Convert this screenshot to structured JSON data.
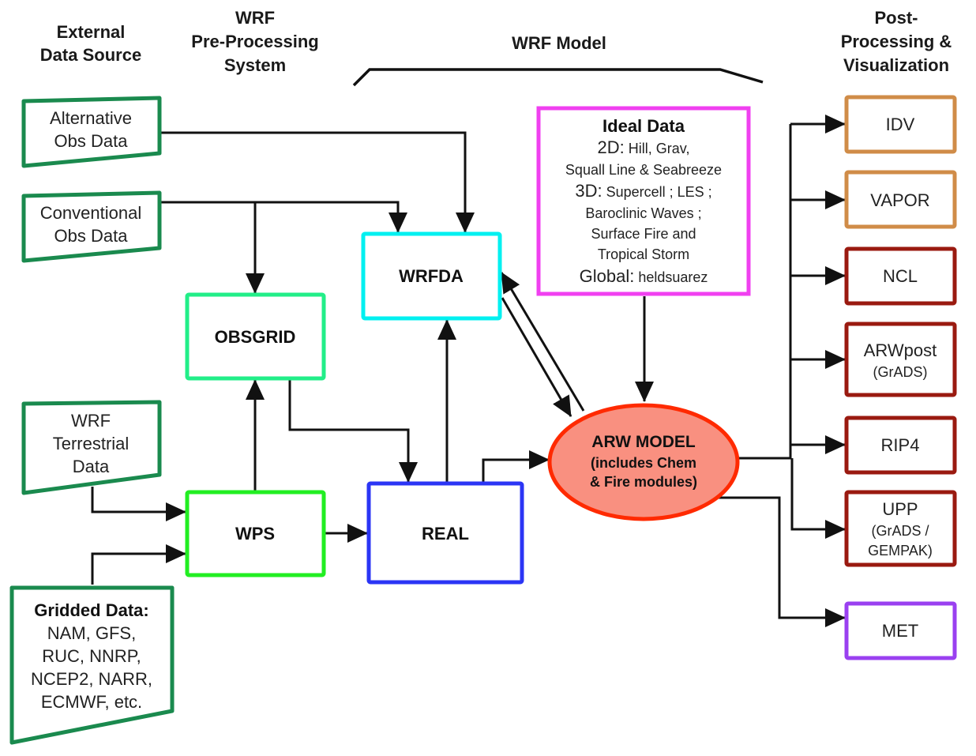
{
  "headers": {
    "external": [
      "External",
      "Data Source"
    ],
    "preprocessing": [
      "WRF",
      "Pre-Processing",
      "System"
    ],
    "model": "WRF Model",
    "post": [
      "Post-",
      "Processing &",
      "Visualization"
    ]
  },
  "sources": {
    "alt_obs": [
      "Alternative",
      "Obs Data"
    ],
    "conv_obs": [
      "Conventional",
      "Obs Data"
    ],
    "terrestrial": [
      "WRF",
      "Terrestrial",
      "Data"
    ],
    "gridded": {
      "title": "Gridded Data:",
      "lines": [
        "NAM, GFS,",
        "RUC, NNRP,",
        "NCEP2, NARR,",
        "ECMWF, etc."
      ]
    }
  },
  "components": {
    "obsgrid": "OBSGRID",
    "wps": "WPS",
    "wrfda": "WRFDA",
    "real": "REAL",
    "arw": [
      "ARW MODEL",
      "(includes Chem",
      "& Fire modules)"
    ]
  },
  "ideal": {
    "title": "Ideal Data",
    "l2d_prefix": "2D:",
    "l2d": " Hill, Grav,",
    "l2d_cont": "Squall Line & Seabreeze",
    "l3d_prefix": "3D:",
    "l3d": " Supercell ; LES ;",
    "l3d_cont1": "Baroclinic Waves ;",
    "l3d_cont2": "Surface Fire and",
    "l3d_cont3": "Tropical Storm",
    "global_prefix": "Global:",
    "global": " heldsuarez"
  },
  "post_tools": {
    "idv": "IDV",
    "vapor": "VAPOR",
    "ncl": "NCL",
    "arwpost": [
      "ARWpost",
      "(GrADS)"
    ],
    "rip4": "RIP4",
    "upp": [
      "UPP",
      "(GrADS /",
      "GEMPAK)"
    ],
    "met": "MET"
  },
  "colors": {
    "source_green": "#1a8a4e",
    "obsgrid": "#22ee88",
    "wps": "#22ee22",
    "wrfda": "#00f0f0",
    "real": "#2b35f5",
    "ideal": "#f040f0",
    "arw_fill": "#f99080",
    "arw_stroke": "#ff2a00",
    "tan": "#d08c48",
    "darkred": "#9a1a10",
    "met": "#9a40f0"
  }
}
